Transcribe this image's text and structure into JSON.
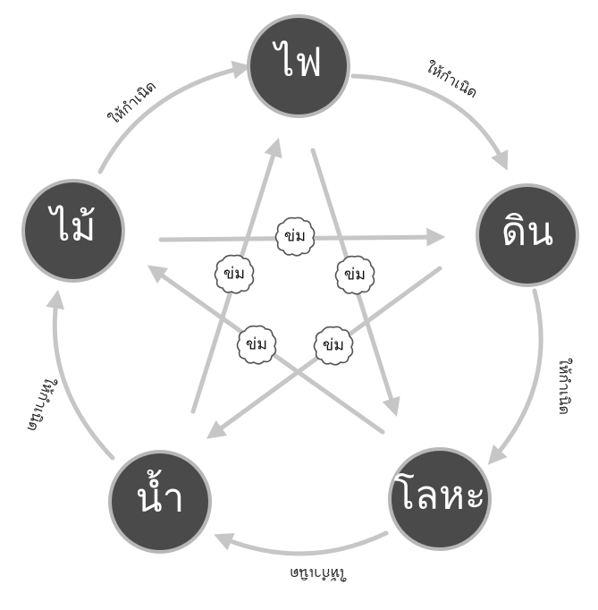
{
  "nodes": {
    "fire": "ไฟ",
    "earth": "ดิน",
    "metal": "โลหะ",
    "water": "น้ำ",
    "wood": "ไม้"
  },
  "cycle_labels": {
    "wood_to_fire": "ให้กำเนิด",
    "fire_to_earth": "ให้กำเนิด",
    "earth_to_metal": "ให้กำเนิด",
    "metal_to_water": "ให้กำเนิด",
    "water_to_wood": "ให้กำเนิด"
  },
  "control_label": "ข่ม",
  "colors": {
    "node_fill": "#4a4a4a",
    "node_border": "#b7b7b7",
    "arrow": "#c6c6c6"
  }
}
